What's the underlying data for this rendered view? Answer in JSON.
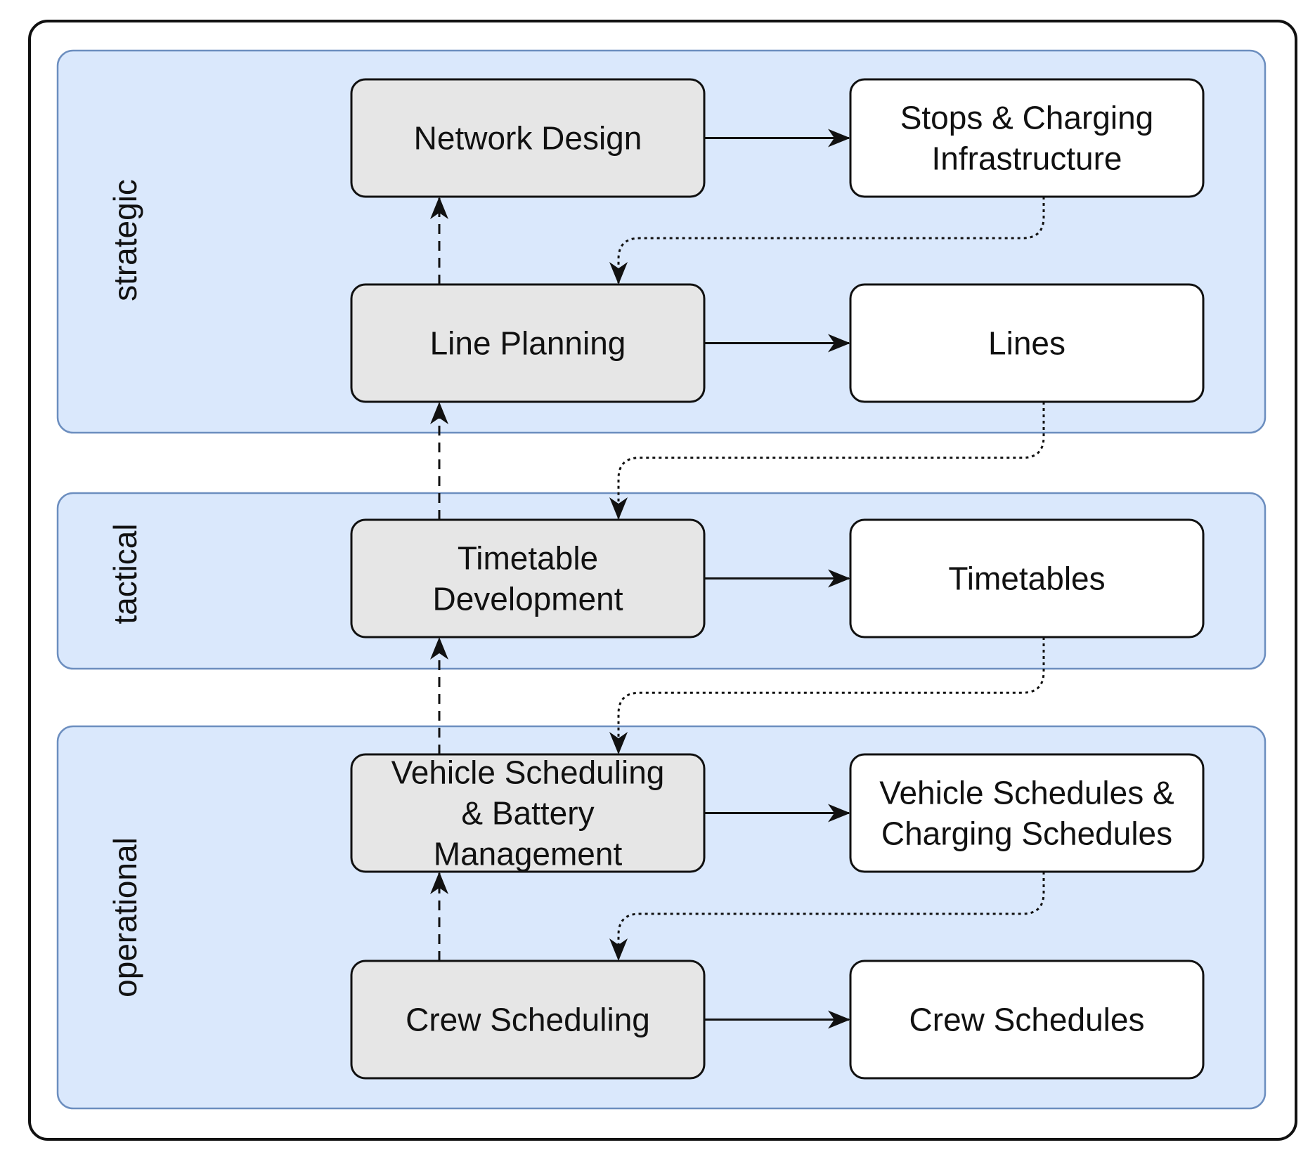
{
  "bands": [
    {
      "id": "strategic",
      "label": "strategic"
    },
    {
      "id": "tactical",
      "label": "tactical"
    },
    {
      "id": "operational",
      "label": "operational"
    }
  ],
  "nodes": {
    "network_design": {
      "kind": "process",
      "lines": [
        "Network Design"
      ]
    },
    "line_planning": {
      "kind": "process",
      "lines": [
        "Line Planning"
      ]
    },
    "timetable_development": {
      "kind": "process",
      "lines": [
        "Timetable",
        "Development"
      ]
    },
    "vehicle_scheduling": {
      "kind": "process",
      "lines": [
        "Vehicle Scheduling",
        "& Battery",
        "Management"
      ]
    },
    "crew_scheduling": {
      "kind": "process",
      "lines": [
        "Crew Scheduling"
      ]
    },
    "stops_charging": {
      "kind": "output",
      "lines": [
        "Stops & Charging",
        "Infrastructure"
      ]
    },
    "lines": {
      "kind": "output",
      "lines": [
        "Lines"
      ]
    },
    "timetables": {
      "kind": "output",
      "lines": [
        "Timetables"
      ]
    },
    "vehicle_schedules": {
      "kind": "output",
      "lines": [
        "Vehicle Schedules &",
        "Charging Schedules"
      ]
    },
    "crew_schedules": {
      "kind": "output",
      "lines": [
        "Crew Schedules"
      ]
    }
  },
  "edges": [
    {
      "from": "network_design",
      "to": "stops_charging",
      "style": "solid"
    },
    {
      "from": "line_planning",
      "to": "lines",
      "style": "solid"
    },
    {
      "from": "timetable_development",
      "to": "timetables",
      "style": "solid"
    },
    {
      "from": "vehicle_scheduling",
      "to": "vehicle_schedules",
      "style": "solid"
    },
    {
      "from": "crew_scheduling",
      "to": "crew_schedules",
      "style": "solid"
    },
    {
      "from": "line_planning",
      "to": "network_design",
      "style": "dashed"
    },
    {
      "from": "timetable_development",
      "to": "line_planning",
      "style": "dashed"
    },
    {
      "from": "vehicle_scheduling",
      "to": "timetable_development",
      "style": "dashed"
    },
    {
      "from": "crew_scheduling",
      "to": "vehicle_scheduling",
      "style": "dashed"
    },
    {
      "from": "stops_charging",
      "to": "line_planning",
      "style": "dotted"
    },
    {
      "from": "lines",
      "to": "timetable_development",
      "style": "dotted"
    },
    {
      "from": "timetables",
      "to": "vehicle_scheduling",
      "style": "dotted"
    },
    {
      "from": "vehicle_schedules",
      "to": "crew_scheduling",
      "style": "dotted"
    }
  ]
}
